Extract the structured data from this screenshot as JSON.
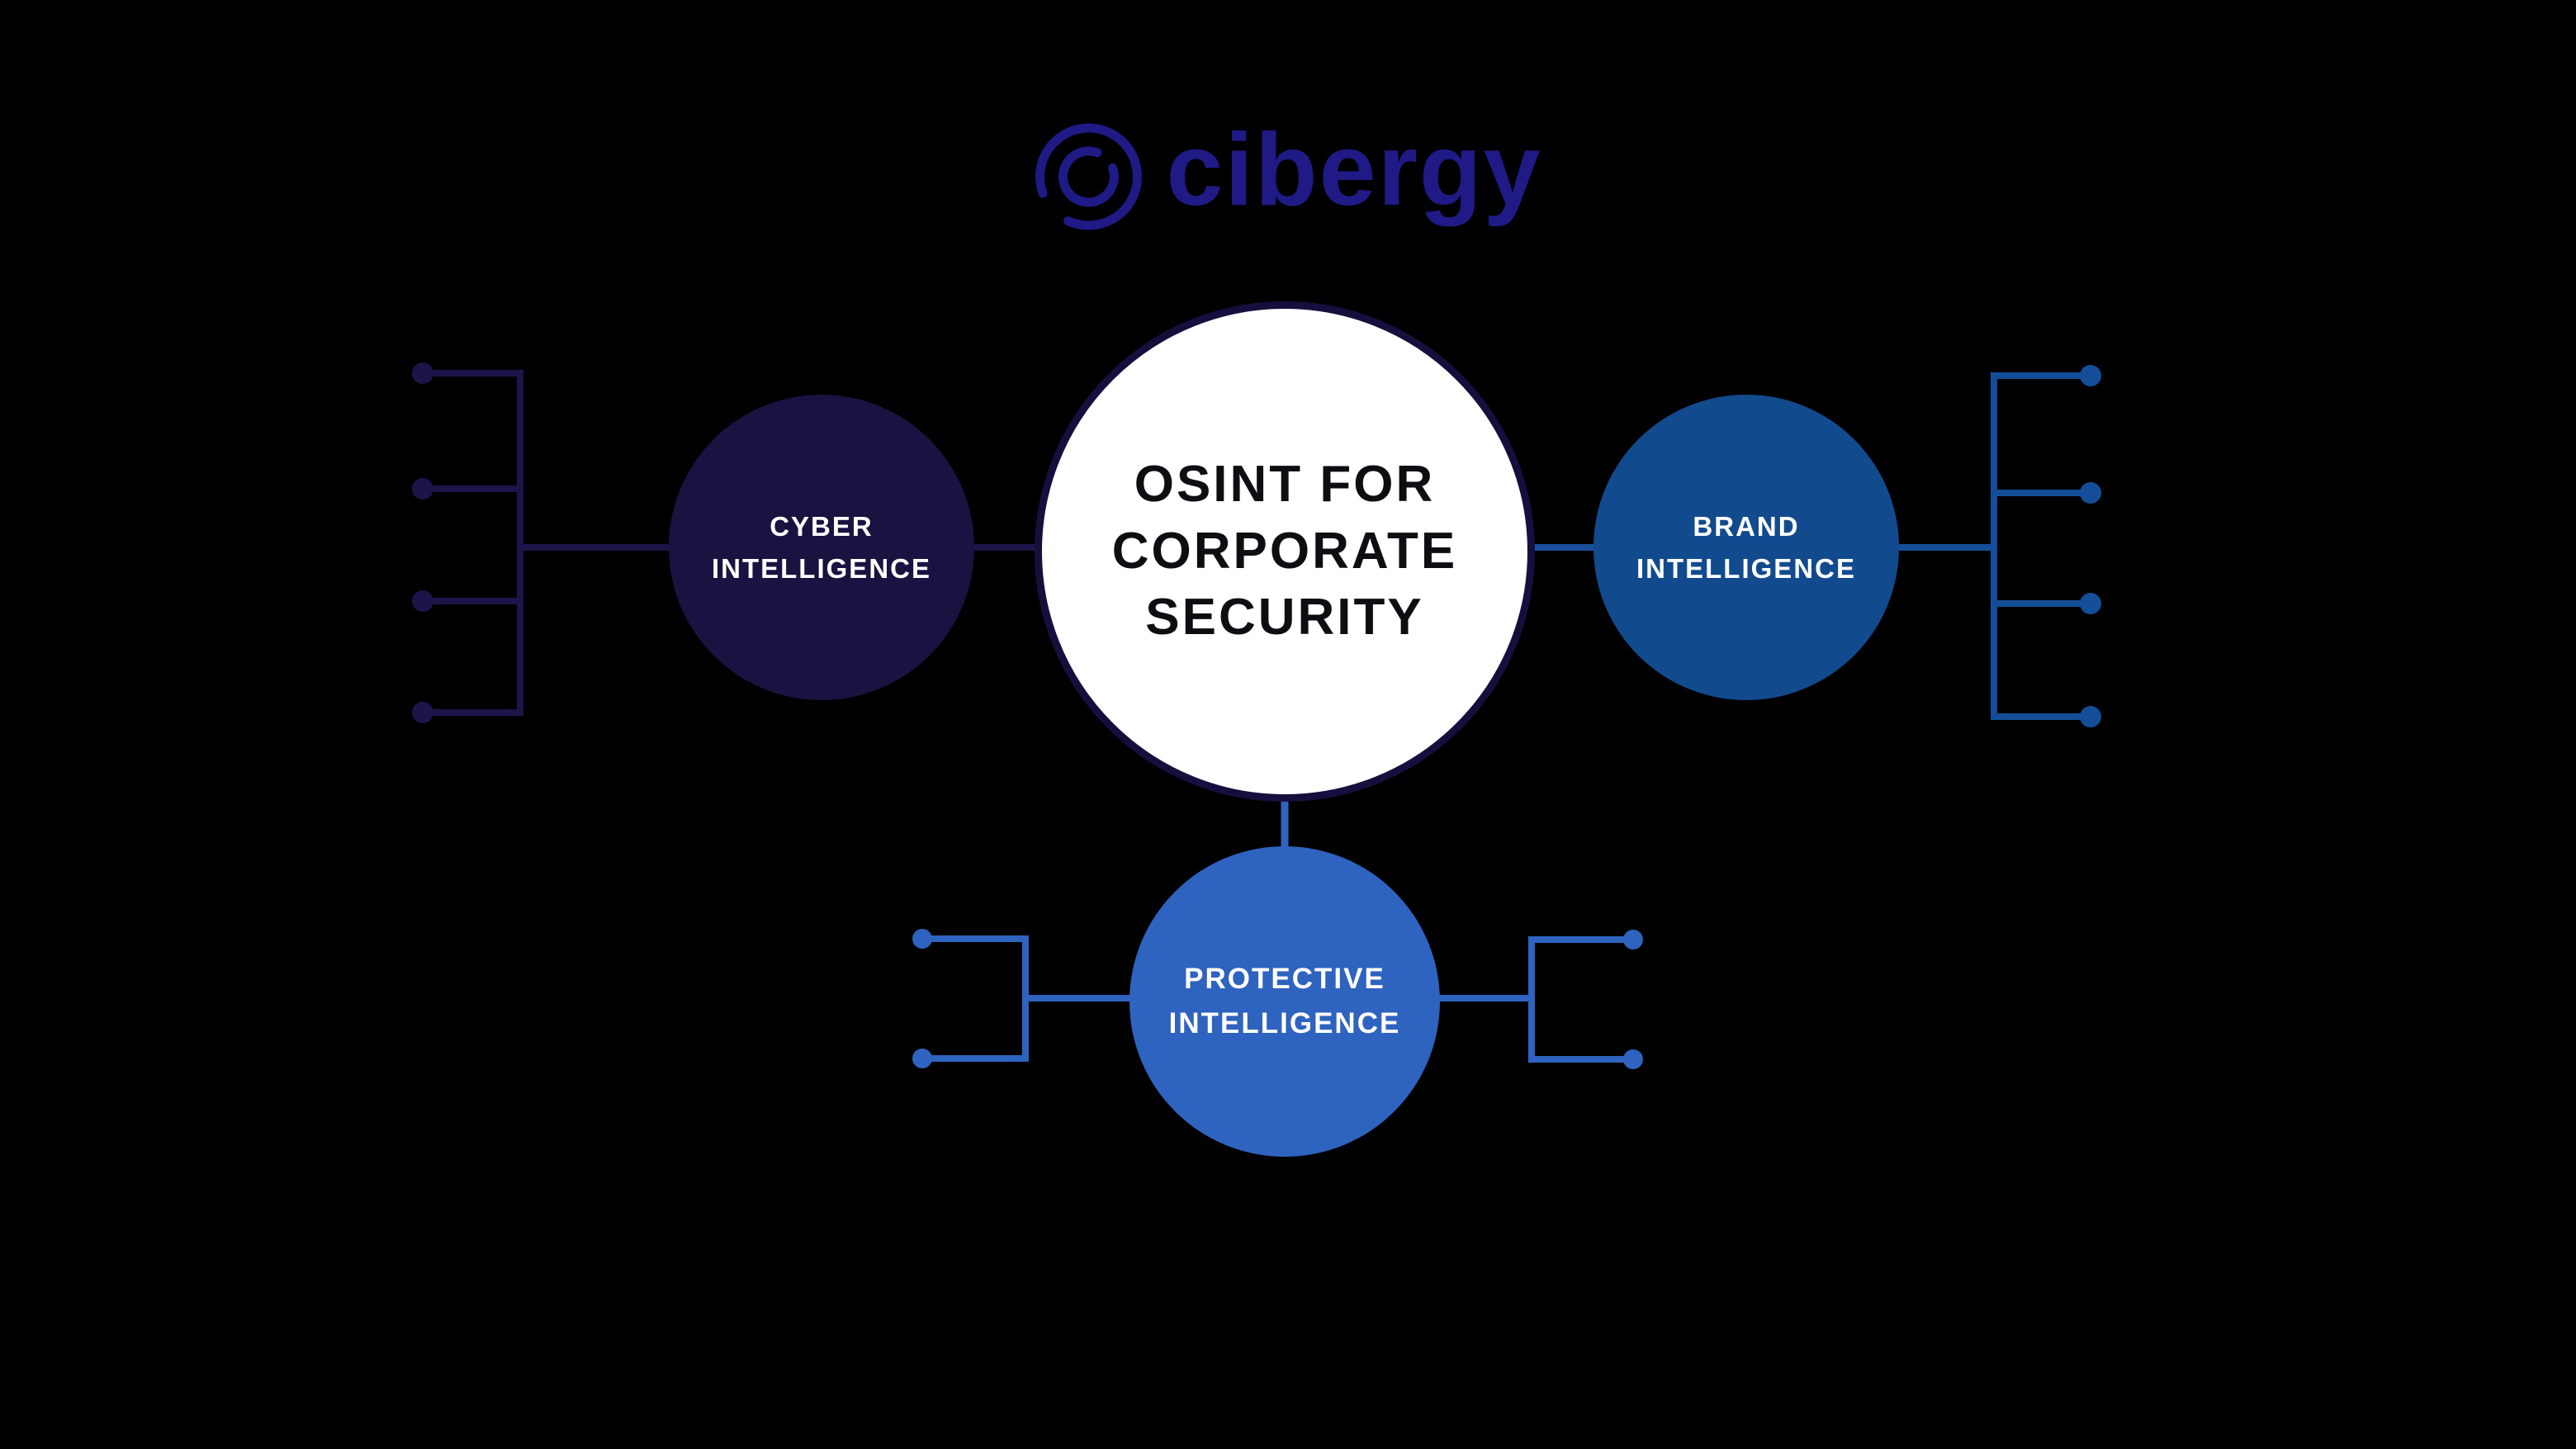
{
  "logo": {
    "brand": "cibergy",
    "icon": "spiral-circles-icon",
    "color": "#1f1a85"
  },
  "nodes": {
    "center": {
      "label": "OSINT FOR\nCORPORATE\nSECURITY"
    },
    "cyber": {
      "label": "CYBER\nINTELLIGENCE"
    },
    "brand": {
      "label": "BRAND\nINTELLIGENCE"
    },
    "protective": {
      "label": "PROTECTIVE\nINTELLIGENCE"
    }
  },
  "branches": {
    "left": {
      "dot_count": 4,
      "color": "#1d1449"
    },
    "right": {
      "dot_count": 4,
      "color": "#144e98"
    },
    "bottom_left": {
      "dot_count": 2,
      "color": "#2e63bf"
    },
    "bottom_right": {
      "dot_count": 2,
      "color": "#2e63bf"
    }
  },
  "colors": {
    "background": "#000000",
    "logo_indigo": "#1f1a85",
    "navy_dark": "#1d1449",
    "cyber_fill": "#1a1240",
    "brand_blue": "#124a8e",
    "protective_blue": "#2e63bf",
    "center_fill": "#ffffff",
    "center_border": "#150f3d",
    "center_text": "#0d0d12",
    "node_text": "#ffffff"
  }
}
